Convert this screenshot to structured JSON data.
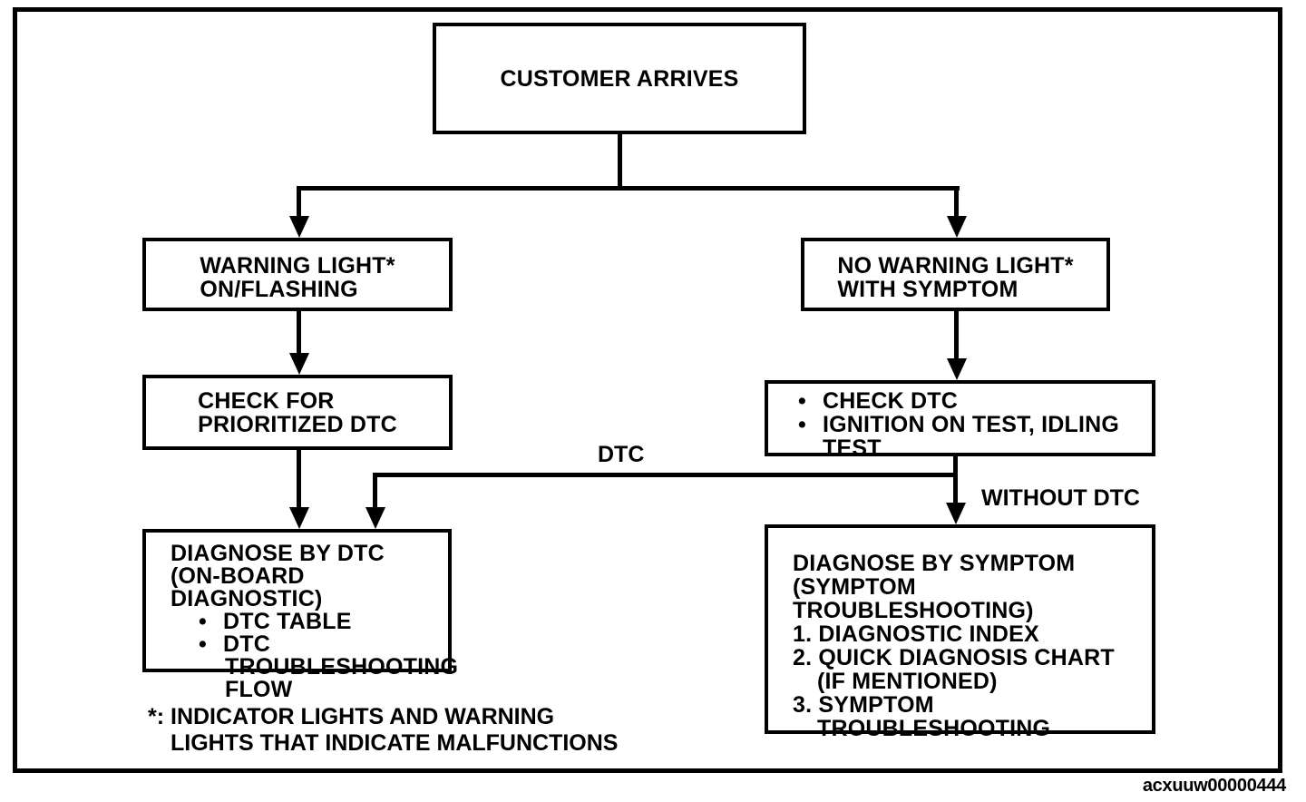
{
  "colors": {
    "ink": "#000000",
    "paper": "#ffffff"
  },
  "bullet_char": "•",
  "nodes": {
    "customer_arrives": {
      "label": "CUSTOMER ARRIVES"
    },
    "warning_light": {
      "line1": "WARNING LIGHT*",
      "line2": "ON/FLASHING"
    },
    "no_warning_light": {
      "line1": "NO WARNING LIGHT*",
      "line2": "WITH SYMPTOM"
    },
    "check_prioritized_dtc": {
      "line1": "CHECK FOR",
      "line2": "PRIORITIZED DTC"
    },
    "check_dtc": {
      "bullet1": "CHECK DTC",
      "bullet2": "IGNITION ON TEST, IDLING",
      "bullet2_cont": "TEST"
    },
    "diagnose_by_dtc": {
      "line1": "DIAGNOSE BY DTC",
      "line2": "(ON-BOARD DIAGNOSTIC)",
      "bullet1": "DTC TABLE",
      "bullet2": "DTC",
      "bullet2_cont1": "TROUBLESHOOTING",
      "bullet2_cont2": "FLOW"
    },
    "diagnose_by_symptom": {
      "line1": "DIAGNOSE BY SYMPTOM",
      "line2": "(SYMPTOM TROUBLESHOOTING)",
      "item1": "1. DIAGNOSTIC INDEX",
      "item2": "2. QUICK DIAGNOSIS CHART",
      "item2_cont": "(IF MENTIONED)",
      "item3": "3. SYMPTOM",
      "item3_cont": "TROUBLESHOOTING"
    }
  },
  "edge_labels": {
    "dtc": "DTC",
    "without_dtc": "WITHOUT DTC"
  },
  "footnote": {
    "line1": "*: INDICATOR LIGHTS AND WARNING",
    "line2": "LIGHTS THAT INDICATE MALFUNCTIONS"
  },
  "figure_code": "acxuuw00000444"
}
